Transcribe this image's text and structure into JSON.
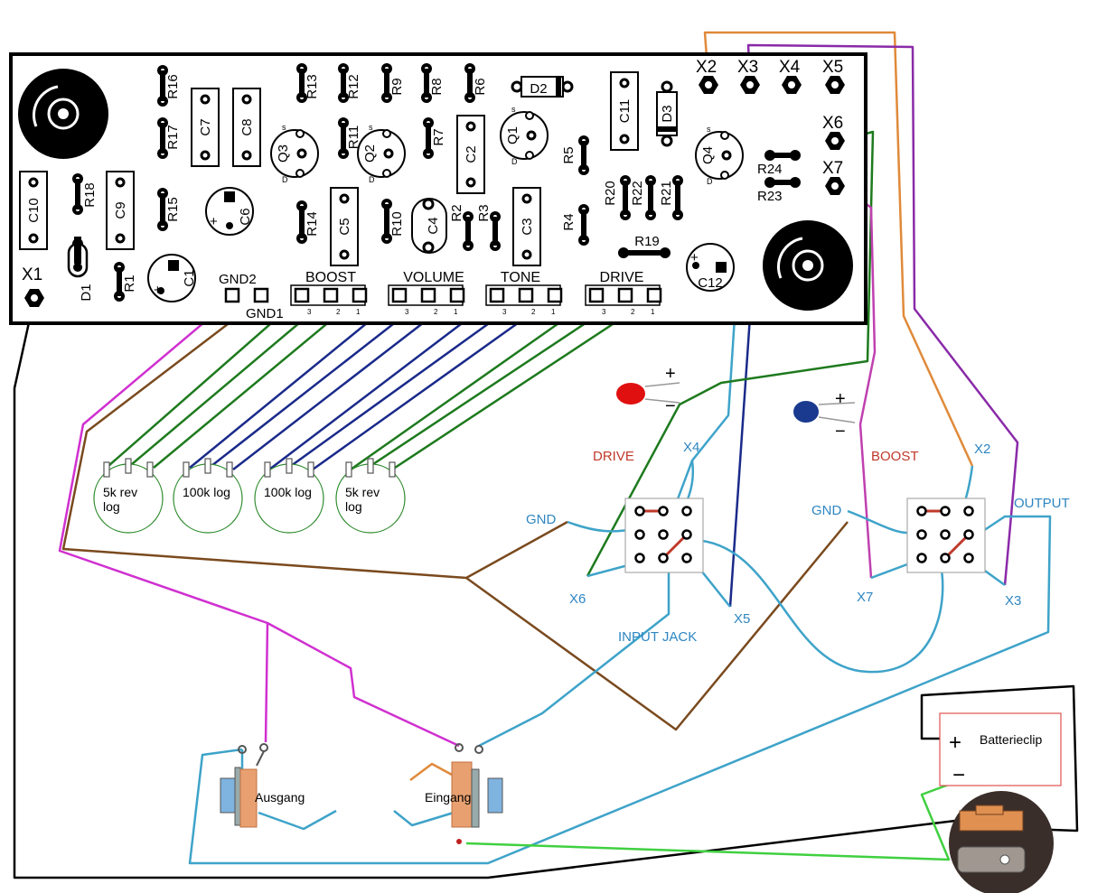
{
  "board": {
    "connectors": [
      "X1",
      "X2",
      "X3",
      "X4",
      "X5",
      "X6",
      "X7"
    ],
    "resistors": [
      "R1",
      "R2",
      "R3",
      "R4",
      "R5",
      "R6",
      "R7",
      "R8",
      "R9",
      "R10",
      "R11",
      "R12",
      "R13",
      "R14",
      "R15",
      "R16",
      "R17",
      "R18",
      "R19",
      "R20",
      "R21",
      "R22",
      "R23",
      "R24"
    ],
    "capacitors": [
      "C1",
      "C2",
      "C3",
      "C4",
      "C5",
      "C6",
      "C7",
      "C8",
      "C9",
      "C10",
      "C11",
      "C12"
    ],
    "diodes": [
      "D1",
      "D2",
      "D3"
    ],
    "transistors": [
      "Q1",
      "Q2",
      "Q3",
      "Q4"
    ],
    "pot_headers": [
      "BOOST",
      "VOLUME",
      "TONE",
      "DRIVE"
    ],
    "grounds": [
      "GND1",
      "GND2"
    ],
    "pin_s": "s",
    "pin_d": "D",
    "pin_numbers": [
      "3",
      "2",
      "1"
    ],
    "polarity_plus": "+"
  },
  "pots": [
    {
      "line1": "5k rev",
      "line2": "log"
    },
    {
      "line1": "100k log",
      "line2": ""
    },
    {
      "line1": "100k log",
      "line2": ""
    },
    {
      "line1": "5k rev",
      "line2": "log"
    }
  ],
  "switch_left": {
    "title": "DRIVE",
    "labels": {
      "top": "X4",
      "left": "GND",
      "bottom_left": "X6",
      "bottom_right": "X5",
      "below": "INPUT JACK"
    }
  },
  "switch_right": {
    "title": "BOOST",
    "labels": {
      "top": "X2",
      "left": "GND",
      "bottom_left": "X7",
      "bottom_right": "X3",
      "right": "OUTPUT"
    }
  },
  "leds": {
    "plus": "+",
    "minus": "−"
  },
  "jacks": {
    "out": "Ausgang",
    "in": "Eingang"
  },
  "battery": {
    "label": "Batterieclip",
    "plus": "+",
    "minus": "−"
  },
  "colors": {
    "board": "#000000",
    "blue_wire": "#3ea3c9",
    "brown_wire": "#7a4a1e",
    "green_wire": "#1e7a1e",
    "navy_wire": "#1a2a8a",
    "magenta_wire": "#d030d0",
    "purple_wire": "#8a2aa8",
    "orange_wire": "#e08a3a",
    "red_led": "#e01010",
    "blue_led": "#1a3a90",
    "switch_link": "#c0392b",
    "label_blue": "#2e86c1",
    "label_red": "#c0392b"
  }
}
